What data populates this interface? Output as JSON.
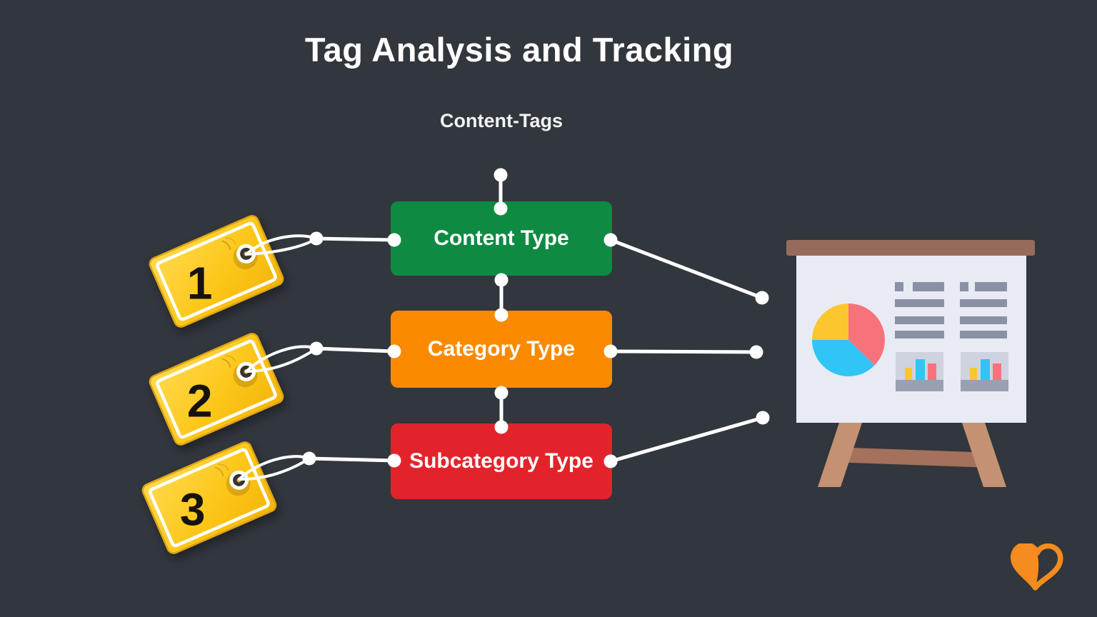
{
  "title": "Tag Analysis and Tracking",
  "subtitle": "Content-Tags",
  "nodes": [
    {
      "label": "Content Type",
      "color": "#0E8A43"
    },
    {
      "label": "Category Type",
      "color": "#F98A00"
    },
    {
      "label": "Subcategory Type",
      "color": "#E3232B"
    }
  ],
  "tags": [
    {
      "label": "1"
    },
    {
      "label": "2"
    },
    {
      "label": "3"
    }
  ],
  "colors": {
    "background": "#32363D",
    "connector_white": "#FFFFFF",
    "tag_yellow": "#FCC71A",
    "tag_rim_gold": "#DFA413",
    "node_green": "#0E8A43",
    "node_orange": "#F98A00",
    "node_red": "#E3232B",
    "board_bar_brown": "#976B5C",
    "board_face": "#E9EBF4",
    "board_legs": "#C49273",
    "board_crossbar": "#A5715C",
    "pie_yellow": "#FCC62F",
    "pie_red": "#F8727B",
    "pie_blue": "#30C5F5",
    "board_text_gray": "#8B91A5",
    "logo_orange": "#F68B1F"
  },
  "icons": {
    "tags": "price-tag-icon",
    "board": "presentation-board-icon",
    "logo": "heart-logo-icon"
  }
}
